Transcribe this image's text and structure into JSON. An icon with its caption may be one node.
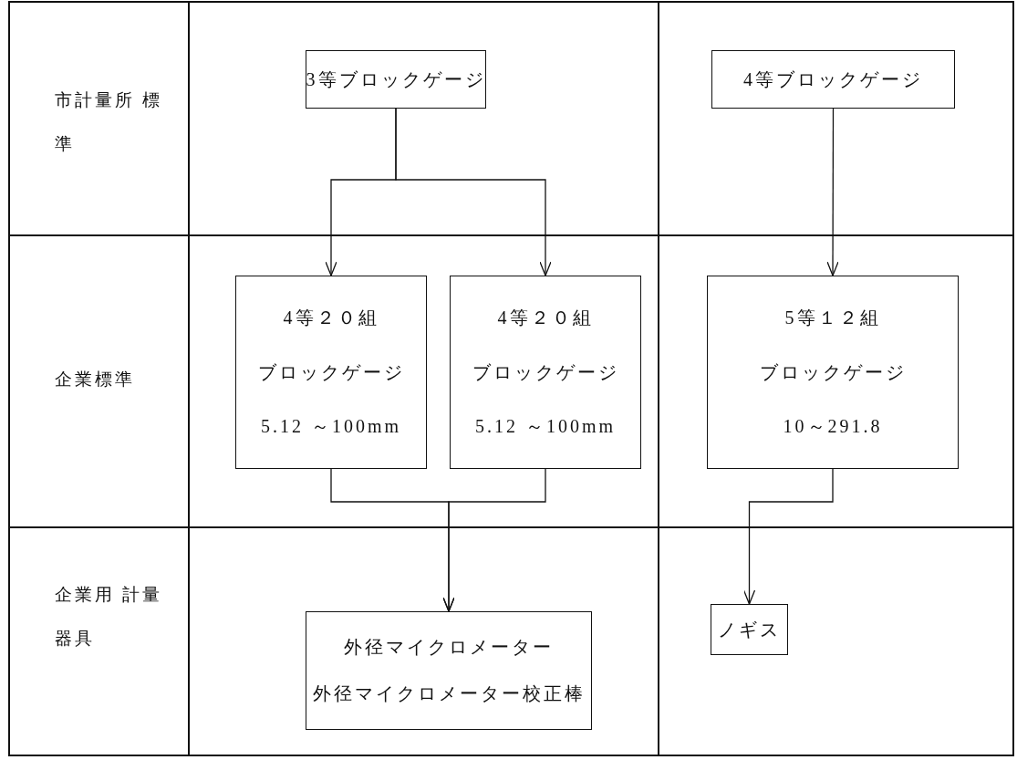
{
  "diagram": {
    "nodes": [
      {
        "text": [
          "3等ブロックゲージ"
        ]
      },
      {
        "text": [
          "4等ブロックゲージ"
        ]
      },
      {
        "text": [
          "4等２０組",
          "ブロックゲージ",
          "5.12 ～100mm"
        ]
      },
      {
        "text": [
          "4等２０組",
          "ブロックゲージ",
          "5.12 ～100mm"
        ]
      },
      {
        "text": [
          "5等１２組",
          "ブロックゲージ",
          "10～291.8"
        ]
      },
      {
        "text": [
          "外径マイクロメーター",
          "外径マイクロメーター校正棒"
        ]
      },
      {
        "text": [
          "ノギス"
        ]
      }
    ],
    "edges": [
      {
        "from": 0,
        "to": 2,
        "arrow": "to"
      },
      {
        "from": 0,
        "to": 3,
        "arrow": "to"
      },
      {
        "from": 1,
        "to": 4,
        "arrow": "to"
      },
      {
        "from": 2,
        "to": 5,
        "arrow": "to"
      },
      {
        "from": 3,
        "to": 5,
        "arrow": "to"
      },
      {
        "from": 4,
        "to": 6,
        "arrow": "to"
      }
    ],
    "labels": [
      "市計量所 標準",
      "企業標準",
      "企業用 計量器具"
    ]
  }
}
